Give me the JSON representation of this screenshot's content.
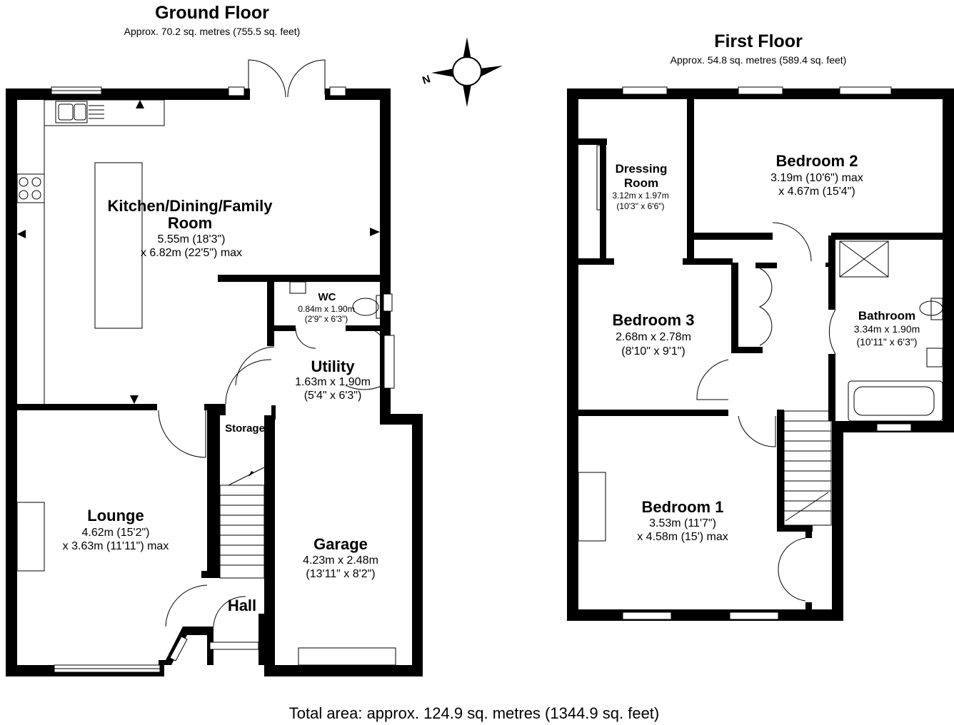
{
  "ground_floor": {
    "title": "Ground Floor",
    "area": "Approx. 70.2 sq. metres (755.5 sq. feet)",
    "rooms": [
      {
        "key": "kitchen",
        "name": [
          "Kitchen/Dining/Family",
          "Room"
        ],
        "dims": [
          "5.55m (18'3\")",
          "x 6.82m (22'5\") max"
        ]
      },
      {
        "key": "wc",
        "name": [
          "WC"
        ],
        "dims": [
          "0.84m x 1.90m",
          "(2'9\" x 6'3\")"
        ]
      },
      {
        "key": "utility",
        "name": [
          "Utility"
        ],
        "dims": [
          "1.63m x 1.90m",
          "(5'4\" x 6'3\")"
        ]
      },
      {
        "key": "storage",
        "name": [
          "Storage"
        ],
        "dims": []
      },
      {
        "key": "lounge",
        "name": [
          "Lounge"
        ],
        "dims": [
          "4.62m (15'2\")",
          "x 3.63m (11'11\") max"
        ]
      },
      {
        "key": "garage",
        "name": [
          "Garage"
        ],
        "dims": [
          "4.23m x 2.48m",
          "(13'11\" x 8'2\")"
        ]
      },
      {
        "key": "hall",
        "name": [
          "Hall"
        ],
        "dims": []
      }
    ]
  },
  "first_floor": {
    "title": "First Floor",
    "area": "Approx. 54.8 sq. metres (589.4 sq. feet)",
    "rooms": [
      {
        "key": "dressing",
        "name": [
          "Dressing",
          "Room"
        ],
        "dims": [
          "3.12m x 1.97m",
          "(10'3\" x 6'6\")"
        ]
      },
      {
        "key": "bed2",
        "name": [
          "Bedroom 2"
        ],
        "dims": [
          "3.19m (10'6\") max",
          "x 4.67m (15'4\")"
        ]
      },
      {
        "key": "bed3",
        "name": [
          "Bedroom 3"
        ],
        "dims": [
          "2.68m x 2.78m",
          "(8'10\" x 9'1\")"
        ]
      },
      {
        "key": "bathroom",
        "name": [
          "Bathroom"
        ],
        "dims": [
          "3.34m x 1.90m",
          "(10'11\" x 6'3\")"
        ]
      },
      {
        "key": "bed1",
        "name": [
          "Bedroom 1"
        ],
        "dims": [
          "3.53m (11'7\")",
          "x 4.58m (15') max"
        ]
      }
    ]
  },
  "compass": {
    "label": "N",
    "icon": "compass-rose-icon"
  },
  "total_area": "Total area: approx. 124.9 sq. metres (1344.9 sq. feet)"
}
